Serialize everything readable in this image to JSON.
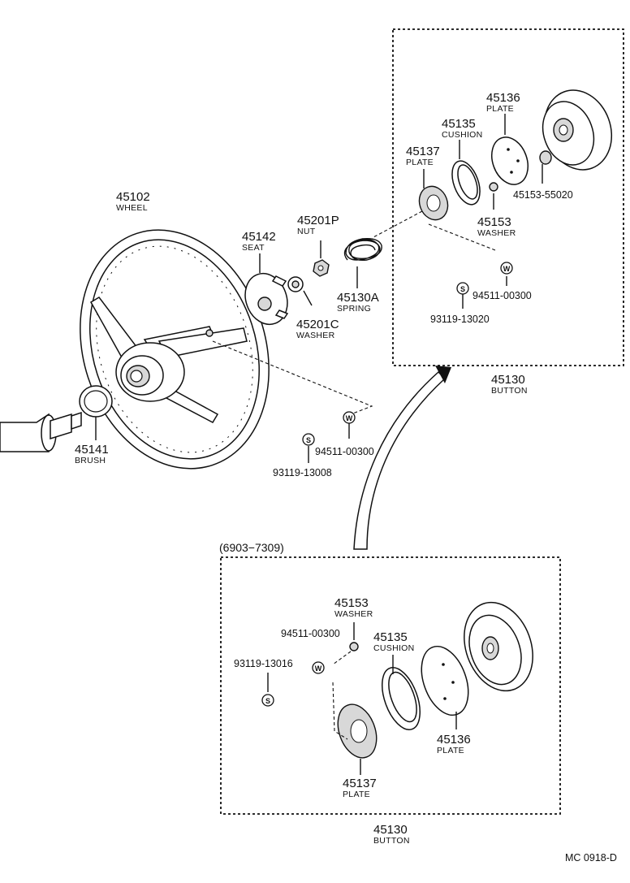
{
  "footer": {
    "code": "MC 0918-D"
  },
  "labels": {
    "wheel": {
      "num": "45102",
      "name": "WHEEL"
    },
    "seat": {
      "num": "45142",
      "name": "SEAT"
    },
    "nut": {
      "num": "45201P",
      "name": "NUT"
    },
    "washer_c": {
      "num": "45201C",
      "name": "WASHER"
    },
    "spring": {
      "num": "45130A",
      "name": "SPRING"
    },
    "brush": {
      "num": "45141",
      "name": "BRUSH"
    },
    "wheel_w": {
      "mark": "W",
      "num": "94511-00300"
    },
    "wheel_s": {
      "mark": "S",
      "num": "93119-13008"
    },
    "top_plate_137": {
      "num": "45137",
      "name": "PLATE"
    },
    "top_cushion": {
      "num": "45135",
      "name": "CUSHION"
    },
    "top_plate_136": {
      "num": "45136",
      "name": "PLATE"
    },
    "top_nut": {
      "num": "45153-55020"
    },
    "top_washer": {
      "num": "45153",
      "name": "WASHER"
    },
    "top_w": {
      "mark": "W",
      "num": "94511-00300"
    },
    "top_s": {
      "mark": "S",
      "num": "93119-13020"
    },
    "top_button": {
      "num": "45130",
      "name": "BUTTON"
    },
    "bottom_range": "(6903−7309)",
    "bot_washer": {
      "num": "45153",
      "name": "WASHER"
    },
    "bot_w": {
      "mark": "W",
      "num": "94511-00300"
    },
    "bot_s": {
      "mark": "S",
      "num": "93119-13016"
    },
    "bot_cushion": {
      "num": "45135",
      "name": "CUSHION"
    },
    "bot_plate_136": {
      "num": "45136",
      "name": "PLATE"
    },
    "bot_plate_137": {
      "num": "45137",
      "name": "PLATE"
    },
    "bot_button": {
      "num": "45130",
      "name": "BUTTON"
    }
  }
}
